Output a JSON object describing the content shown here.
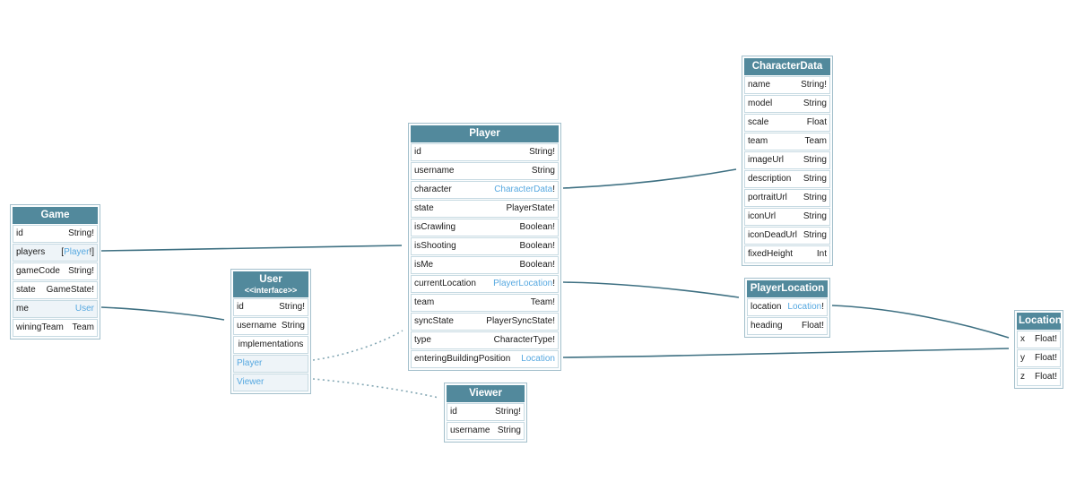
{
  "diagram": {
    "colors": {
      "header": "#52899c",
      "link": "#56a8e0",
      "arrow": "#3e7082",
      "dotted": "#86a9b5"
    },
    "tables": [
      {
        "id": "game",
        "title": "Game",
        "rows": [
          {
            "name": "id",
            "type": "String!"
          },
          {
            "name": "players",
            "type": "[Player!]",
            "link": "Player",
            "hl": true
          },
          {
            "name": "gameCode",
            "type": "String!"
          },
          {
            "name": "state",
            "type": "GameState!"
          },
          {
            "name": "me",
            "type": "User",
            "link": "User",
            "hl": true
          },
          {
            "name": "winingTeam",
            "type": "Team"
          }
        ]
      },
      {
        "id": "user",
        "title": "User",
        "subtitle": "<<interface>>",
        "rows": [
          {
            "name": "id",
            "type": "String!"
          },
          {
            "name": "username",
            "type": "String"
          },
          {
            "name": "implementations",
            "center": true
          },
          {
            "name": "Player",
            "nameLink": true,
            "hl": true
          },
          {
            "name": "Viewer",
            "nameLink": true,
            "hl": true
          }
        ]
      },
      {
        "id": "player",
        "title": "Player",
        "rows": [
          {
            "name": "id",
            "type": "String!"
          },
          {
            "name": "username",
            "type": "String"
          },
          {
            "name": "character",
            "type": "CharacterData!",
            "link": "CharacterData"
          },
          {
            "name": "state",
            "type": "PlayerState!"
          },
          {
            "name": "isCrawling",
            "type": "Boolean!"
          },
          {
            "name": "isShooting",
            "type": "Boolean!"
          },
          {
            "name": "isMe",
            "type": "Boolean!"
          },
          {
            "name": "currentLocation",
            "type": "PlayerLocation!",
            "link": "PlayerLocation"
          },
          {
            "name": "team",
            "type": "Team!"
          },
          {
            "name": "syncState",
            "type": "PlayerSyncState!"
          },
          {
            "name": "type",
            "type": "CharacterType!"
          },
          {
            "name": "enteringBuildingPosition",
            "type": "Location",
            "link": "Location"
          }
        ]
      },
      {
        "id": "characterData",
        "title": "CharacterData",
        "rows": [
          {
            "name": "name",
            "type": "String!"
          },
          {
            "name": "model",
            "type": "String"
          },
          {
            "name": "scale",
            "type": "Float"
          },
          {
            "name": "team",
            "type": "Team"
          },
          {
            "name": "imageUrl",
            "type": "String"
          },
          {
            "name": "description",
            "type": "String"
          },
          {
            "name": "portraitUrl",
            "type": "String"
          },
          {
            "name": "iconUrl",
            "type": "String"
          },
          {
            "name": "iconDeadUrl",
            "type": "String"
          },
          {
            "name": "fixedHeight",
            "type": "Int"
          }
        ]
      },
      {
        "id": "playerLocation",
        "title": "PlayerLocation",
        "rows": [
          {
            "name": "location",
            "type": "Location!",
            "link": "Location"
          },
          {
            "name": "heading",
            "type": "Float!"
          }
        ]
      },
      {
        "id": "location",
        "title": "Location",
        "rows": [
          {
            "name": "x",
            "type": "Float!"
          },
          {
            "name": "y",
            "type": "Float!"
          },
          {
            "name": "z",
            "type": "Float!"
          }
        ]
      },
      {
        "id": "viewer",
        "title": "Viewer",
        "rows": [
          {
            "name": "id",
            "type": "String!"
          },
          {
            "name": "username",
            "type": "String"
          }
        ]
      }
    ],
    "edges": [
      {
        "id": "game-players-to-player",
        "from": "Game.players",
        "to": "Player",
        "style": "solid"
      },
      {
        "id": "game-me-to-user",
        "from": "Game.me",
        "to": "User",
        "style": "solid"
      },
      {
        "id": "player-character-to-characterdata",
        "from": "Player.character",
        "to": "CharacterData",
        "style": "solid"
      },
      {
        "id": "player-currentlocation-to-playerlocation",
        "from": "Player.currentLocation",
        "to": "PlayerLocation",
        "style": "solid"
      },
      {
        "id": "player-enteringbuildingposition-to-location",
        "from": "Player.enteringBuildingPosition",
        "to": "Location",
        "style": "solid"
      },
      {
        "id": "playerlocation-location-to-location",
        "from": "PlayerLocation.location",
        "to": "Location",
        "style": "solid"
      },
      {
        "id": "user-implementation-player",
        "from": "User.Player",
        "to": "Player",
        "style": "dotted"
      },
      {
        "id": "user-implementation-viewer",
        "from": "User.Viewer",
        "to": "Viewer",
        "style": "dotted"
      }
    ]
  }
}
